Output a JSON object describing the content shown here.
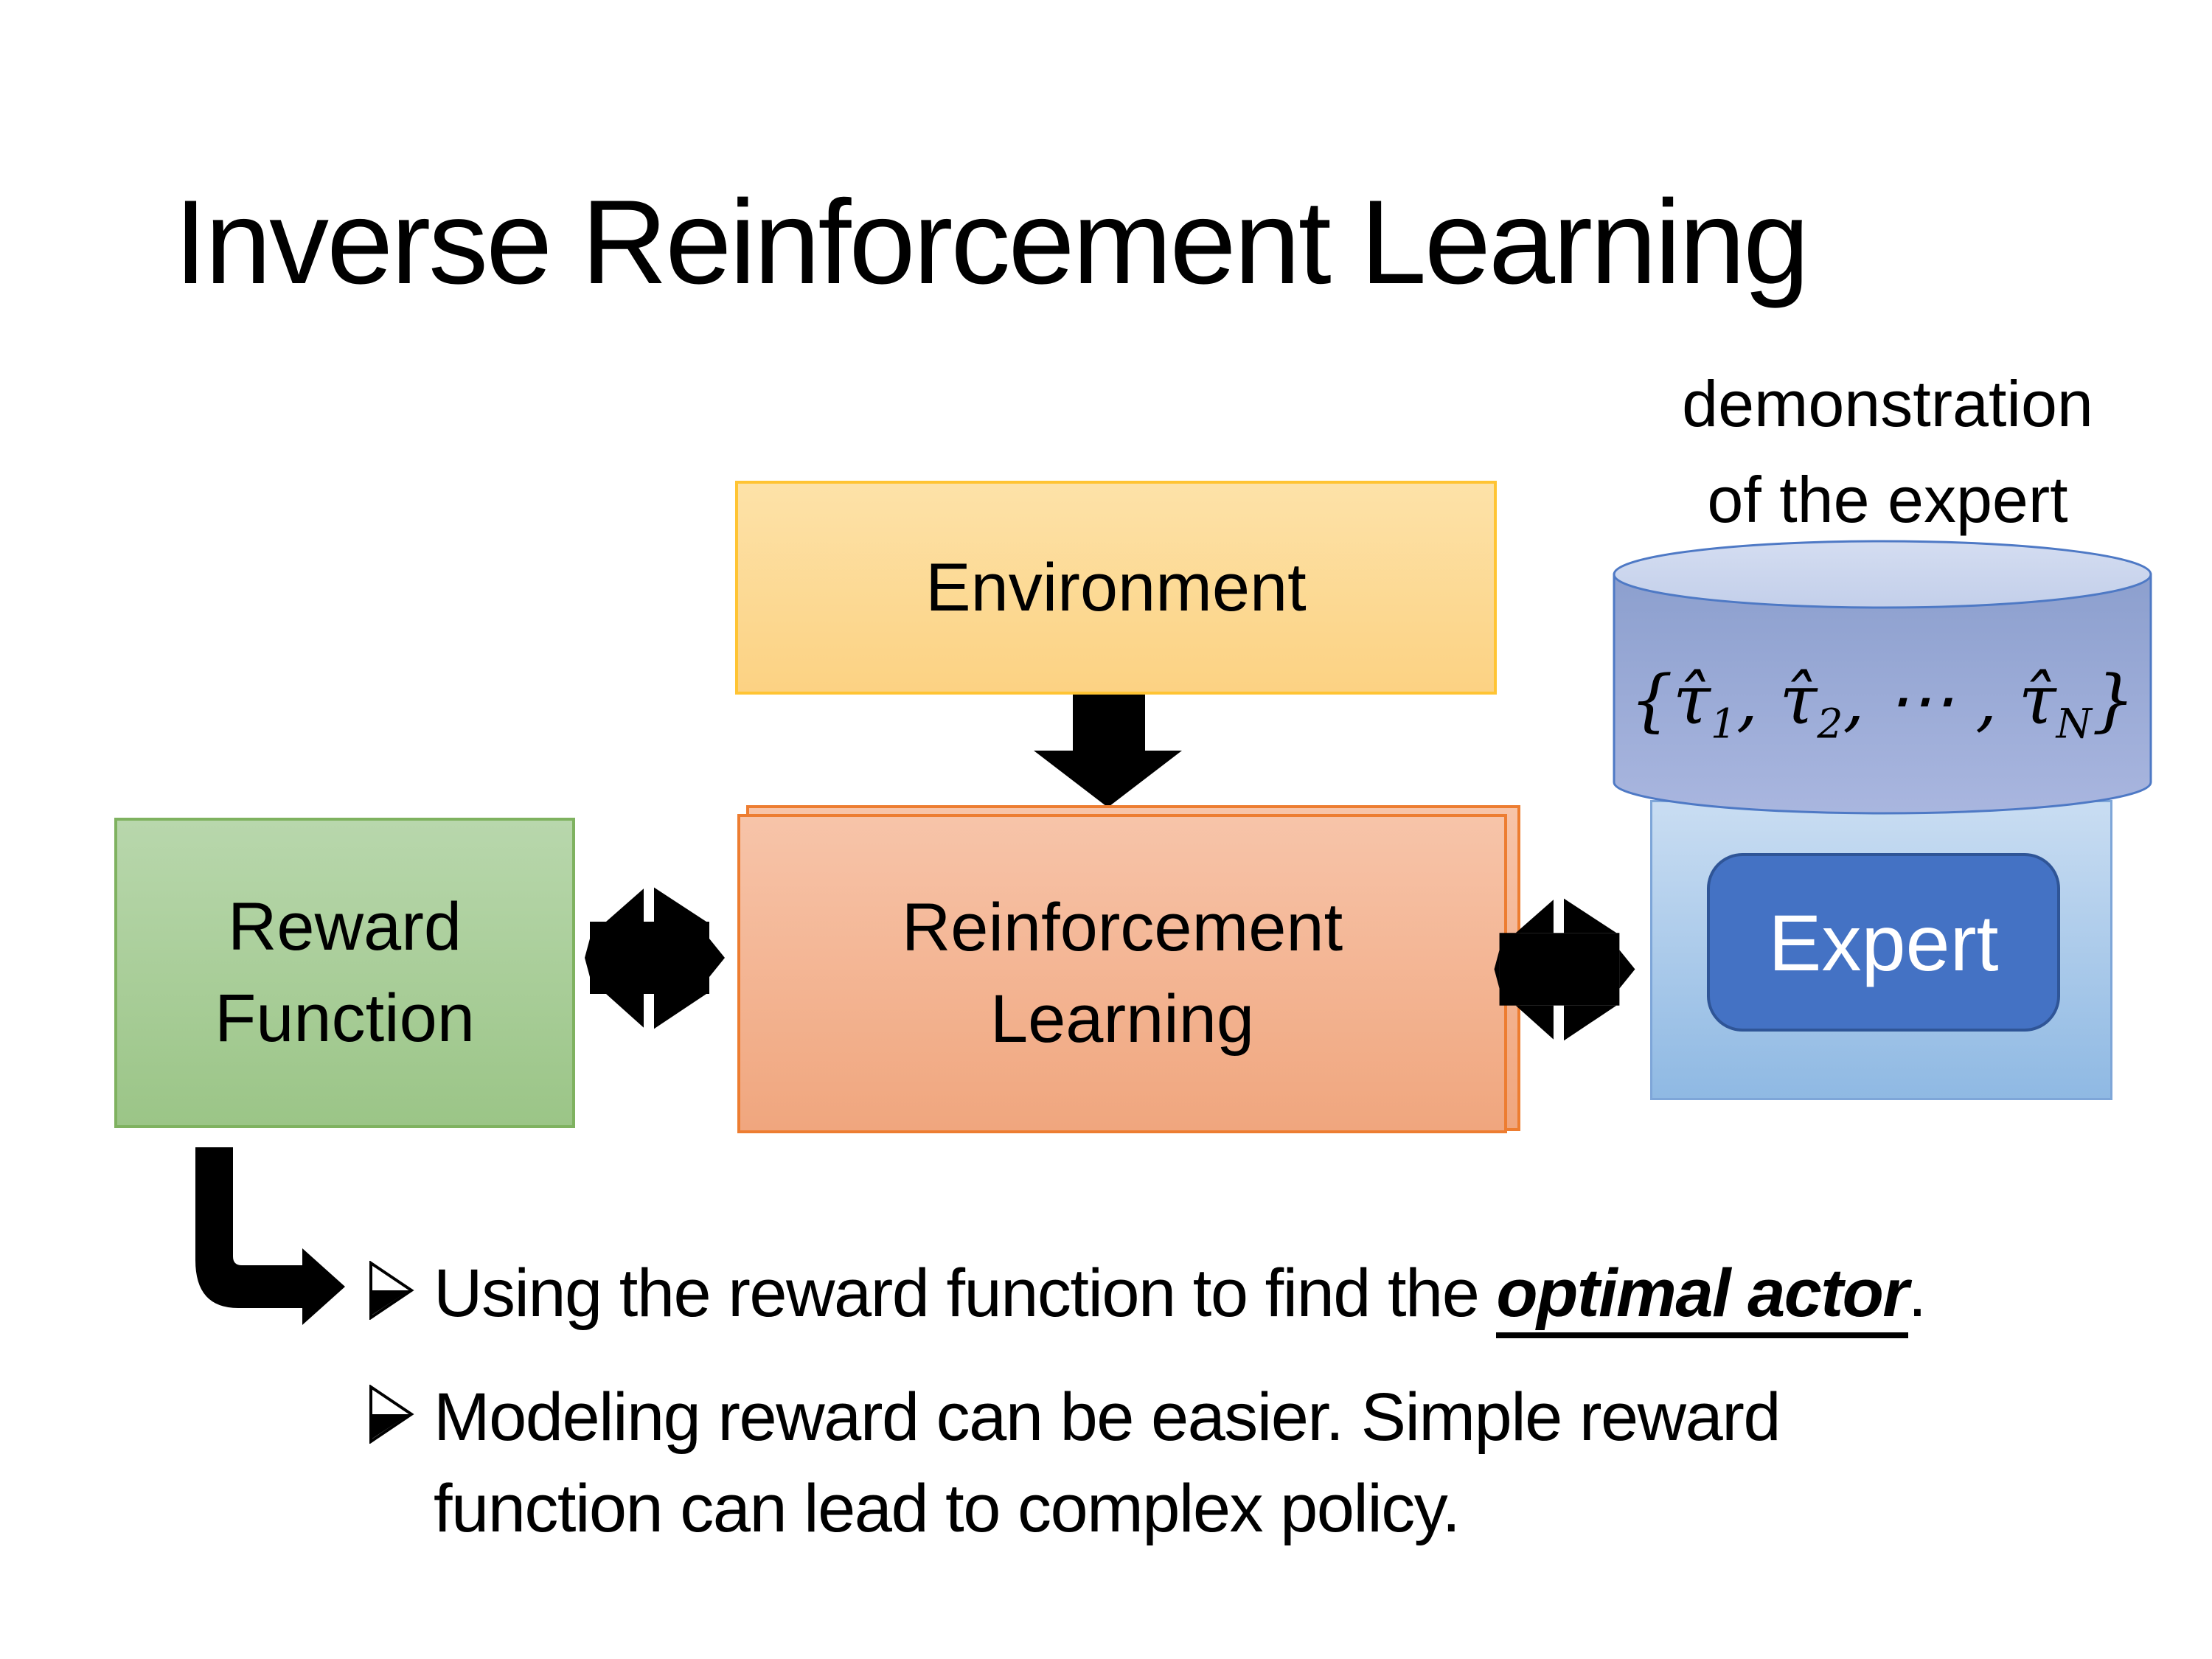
{
  "slide": {
    "title": "Inverse Reinforcement Learning",
    "annotation": {
      "line1": "demonstration",
      "line2": "of the expert"
    },
    "environment_label": "Environment",
    "reward": {
      "line1": "Reward",
      "line2": "Function"
    },
    "rl": {
      "line1": "Reinforcement",
      "line2": "Learning"
    },
    "expert_label": "Expert",
    "formula": {
      "p0": "{τ̂",
      "s0": "1",
      "p1": ", τ̂",
      "s1": "2",
      "p2": ", ⋯ , τ̂",
      "s2": "N",
      "p3": "}"
    },
    "bullets": {
      "b1_pre": "Using the reward function to find the ",
      "b1_emphasis": "optimal actor",
      "b1_post": ".",
      "b2": "Modeling reward can be easier. Simple reward function can lead to complex policy."
    },
    "icons": {
      "down_arrow": "block-arrow-down",
      "exchange_arrow": "double-exchange-arrow",
      "bent_arrow": "elbow-arrow-down-right",
      "bullet_marker": "three-d-arrowhead"
    },
    "colors": {
      "background": "#FFFFFF",
      "text": "#000000",
      "environment_fill": "#FCD88F",
      "environment_border": "#FFC433",
      "reward_fill": "#A9CE97",
      "reward_border": "#7FB260",
      "rl_fill": "#F3B294",
      "rl_border": "#ED7D31",
      "cylinder_body": "#98AAD5",
      "cylinder_top": "#CBD5ED",
      "cylinder_border": "#4E79C5",
      "expert_panel_fill": "#A9C8EA",
      "expert_panel_border": "#7EA6D8",
      "expert_fill": "#4472C4",
      "expert_border": "#2F5597",
      "arrow": "#000000"
    }
  }
}
